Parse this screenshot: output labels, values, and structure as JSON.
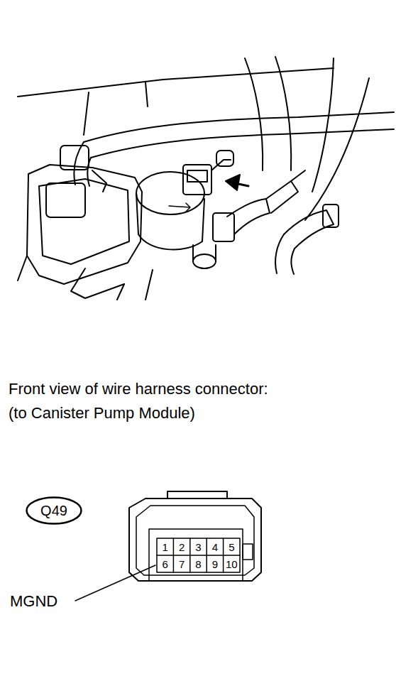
{
  "diagram": {
    "nodes": [
      {
        "text": [
          "Q49"
        ]
      }
    ],
    "labels": [
      "Front view of wire harness connector:",
      "(to Canister Pump Module)",
      "1",
      "2",
      "3",
      "4",
      "5",
      "6",
      "7",
      "8",
      "9",
      "10",
      "MGND"
    ]
  }
}
